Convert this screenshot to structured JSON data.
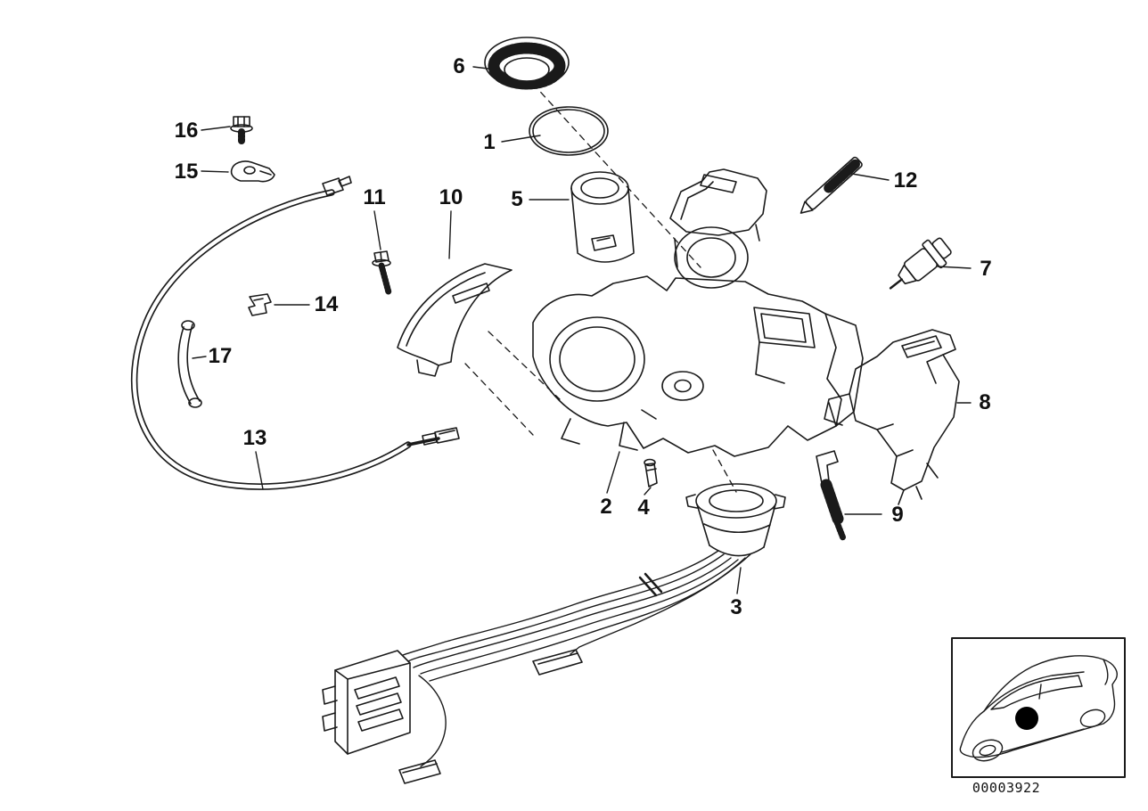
{
  "diagram": {
    "code": "00003922"
  },
  "parts": {
    "p1": "1",
    "p2": "2",
    "p3": "3",
    "p4": "4",
    "p5": "5",
    "p6": "6",
    "p7": "7",
    "p8": "8",
    "p9": "9",
    "p10": "10",
    "p11": "11",
    "p12": "12",
    "p13": "13",
    "p14": "14",
    "p15": "15",
    "p16": "16",
    "p17": "17"
  }
}
